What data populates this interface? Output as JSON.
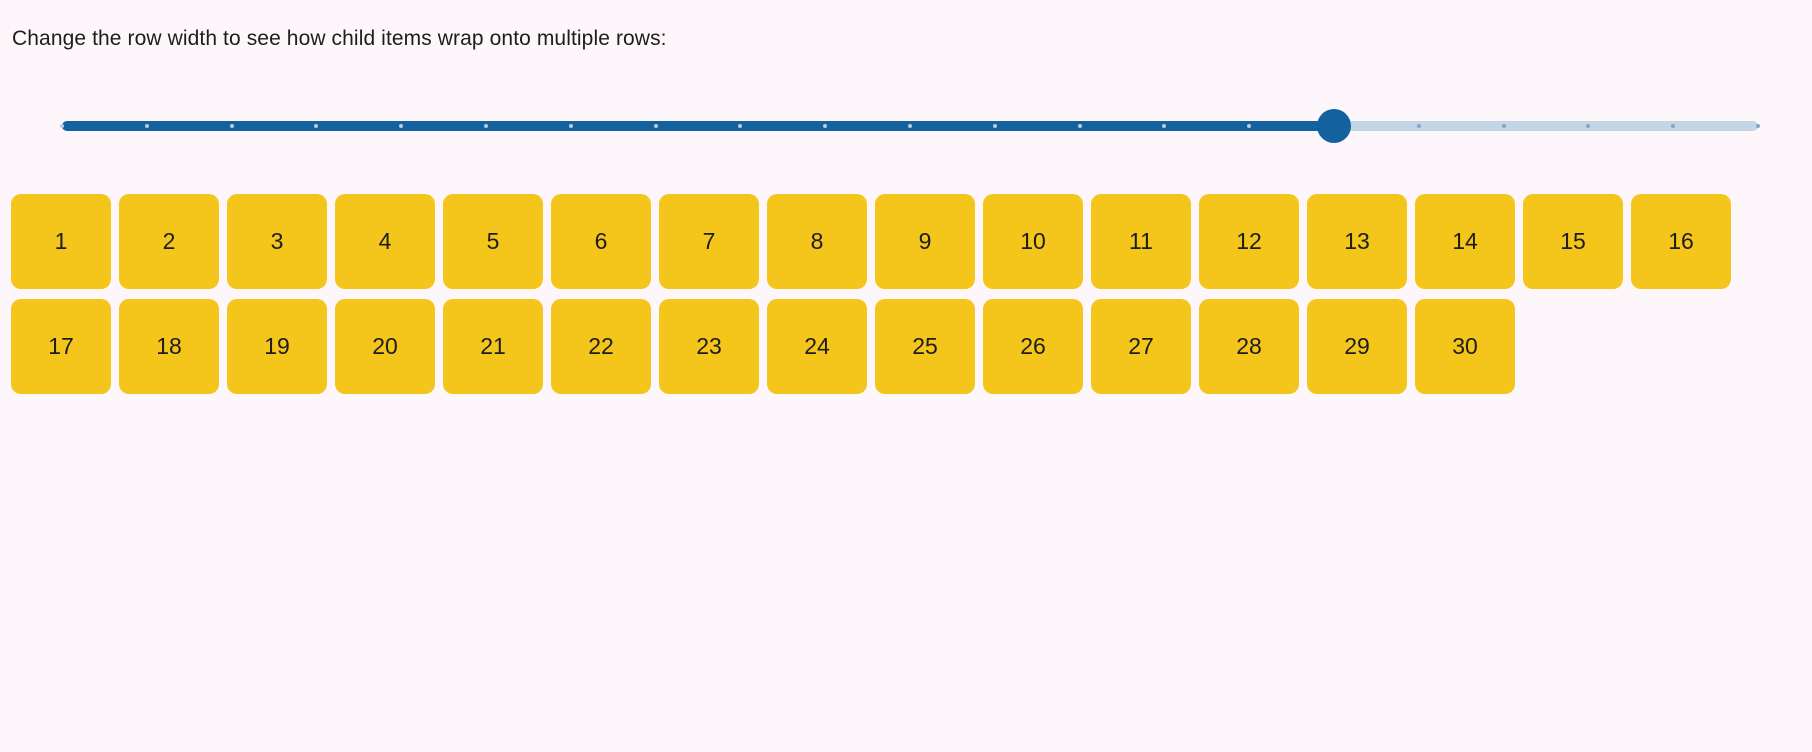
{
  "page": {
    "background_color": "#fdf7fc",
    "intro_text": "Change the row width to see how child items wrap onto multiple rows:"
  },
  "slider": {
    "name": "row-width-slider",
    "orientation": "horizontal",
    "min": 0,
    "max": 20,
    "value": 15,
    "step": 1,
    "tick_count": 21,
    "fill_percent": 75,
    "track_color_filled": "#13619e",
    "track_color_unfilled": "#c3d4e4",
    "thumb_color": "#13619e",
    "tick_color_filled": "#b6cde1",
    "tick_color_unfilled": "#7ea7cb"
  },
  "tiles": {
    "color": "#f4c51a",
    "text_color": "#1d1d1b",
    "count": 30,
    "items": [
      "1",
      "2",
      "3",
      "4",
      "5",
      "6",
      "7",
      "8",
      "9",
      "10",
      "11",
      "12",
      "13",
      "14",
      "15",
      "16",
      "17",
      "18",
      "19",
      "20",
      "21",
      "22",
      "23",
      "24",
      "25",
      "26",
      "27",
      "28",
      "29",
      "30"
    ]
  }
}
